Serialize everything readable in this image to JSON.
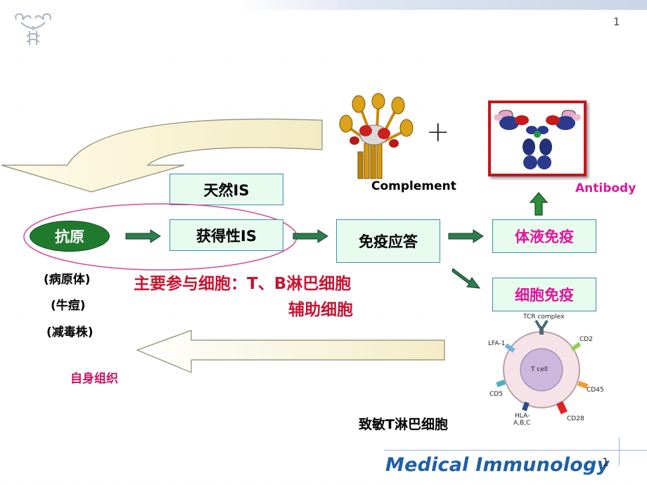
{
  "slide": {
    "page_number_top": "1",
    "page_number_bottom": "1",
    "footer_title": "Medical Immunology"
  },
  "diagram": {
    "antigen": "抗原",
    "antigen_notes": [
      "(病原体)",
      "(牛痘)",
      "(减毒株)"
    ],
    "innate_is": "天然IS",
    "acquired_is": "获得性IS",
    "immune_response": "免疫应答",
    "humoral_immunity": "体液免疫",
    "cellular_immunity": "细胞免疫",
    "main_cells_line1": "主要参与细胞：T、B淋巴细胞",
    "main_cells_line2": "辅助细胞",
    "self_tissue": "自身组织",
    "complement_label": "Complement",
    "antibody_label": "Antibody",
    "plus_sign": "+",
    "sensitized_t": "致敏T淋巴细胞"
  },
  "tcell": {
    "center_label": "T cell",
    "tcr": "TCR complex",
    "lfa1": "LFA-1",
    "cd2": "CD2",
    "cd45": "CD45",
    "cd5": "CD5",
    "cd28": "CD28",
    "hla_line1": "HLA-",
    "hla_line2": "A,B,C"
  },
  "colors": {
    "box_fill": "#e8fbef",
    "box_border": "#3b8fa3",
    "arrow_green": "#2e7d4f",
    "antigen_oval": "#1f7a2e",
    "pink": "#e0159e",
    "dark_red": "#c81432",
    "footer_blue": "#1f5fa8"
  }
}
